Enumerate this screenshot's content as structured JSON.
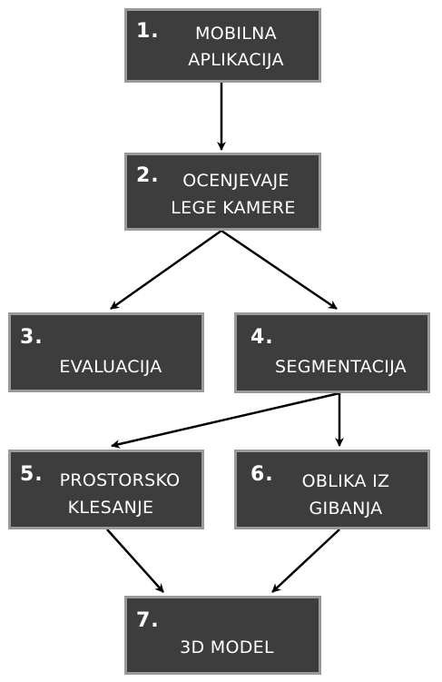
{
  "nodes": [
    {
      "id": "n1",
      "number": "1.",
      "lines": [
        "MOBILNA",
        "APLIKACIJA"
      ]
    },
    {
      "id": "n2",
      "number": "2.",
      "lines": [
        "OCENJEVAJE",
        "LEGE KAMERE"
      ]
    },
    {
      "id": "n3",
      "number": "3.",
      "lines": [
        "EVALUACIJA"
      ]
    },
    {
      "id": "n4",
      "number": "4.",
      "lines": [
        "SEGMENTACIJA"
      ]
    },
    {
      "id": "n5",
      "number": "5.",
      "lines": [
        "PROSTORSKO",
        "KLESANJE"
      ]
    },
    {
      "id": "n6",
      "number": "6.",
      "lines": [
        "OBLIKA IZ",
        "GIBANJA"
      ]
    },
    {
      "id": "n7",
      "number": "7.",
      "lines": [
        "3D MODEL"
      ]
    }
  ],
  "edges": [
    {
      "from": "n1",
      "to": "n2"
    },
    {
      "from": "n2",
      "to": "n3"
    },
    {
      "from": "n2",
      "to": "n4"
    },
    {
      "from": "n4",
      "to": "n5"
    },
    {
      "from": "n4",
      "to": "n6"
    },
    {
      "from": "n5",
      "to": "n7"
    },
    {
      "from": "n6",
      "to": "n7"
    }
  ],
  "colors": {
    "box_fill": "#3d3d3d",
    "box_border": "#9a9a9a",
    "text": "#ffffff",
    "arrow": "#000000"
  }
}
